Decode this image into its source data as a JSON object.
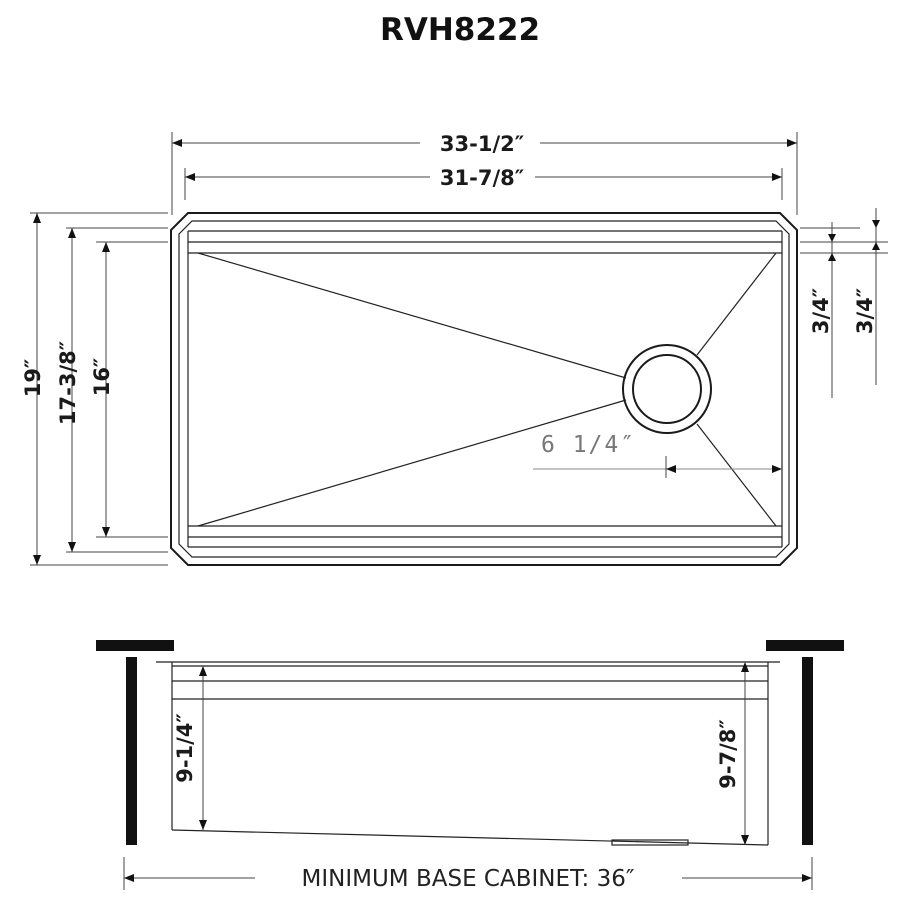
{
  "title": "RVH8222",
  "top_view": {
    "overall_width": "33-1/2″",
    "bowl_width": "31-7/8″",
    "overall_depth": "19″",
    "inner_depth": "17-3/8″",
    "bowl_depth": "16″",
    "right_dim_a": "3/4″",
    "right_dim_b": "3/4″",
    "drain_offset": "6 1/4″"
  },
  "side_view": {
    "left_depth": "9-1/4″",
    "right_depth": "9-7/8″",
    "min_cabinet": "MINIMUM BASE CABINET: 36″"
  },
  "colors": {
    "line": "#222222",
    "text": "#1a1a1a",
    "annotation": "#777777"
  }
}
